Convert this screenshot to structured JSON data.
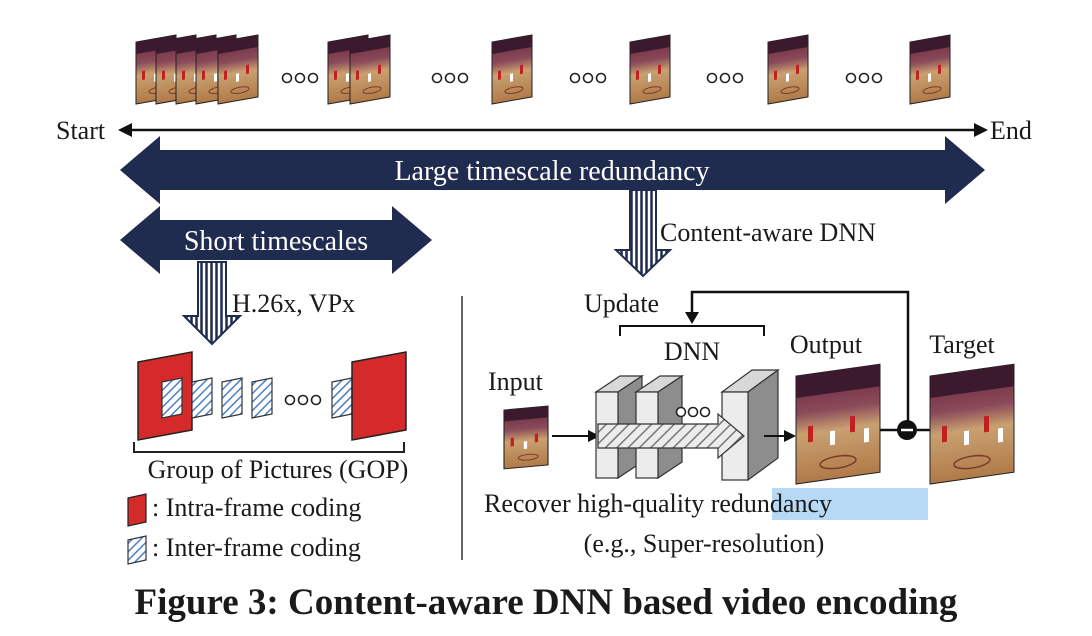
{
  "figure": {
    "caption": "Figure 3: Content-aware DNN based video encoding",
    "timeline": {
      "start_label": "Start",
      "end_label": "End"
    },
    "large_timescale_label": "Large timescale redundancy",
    "short_timescale_label": "Short timescales",
    "codec_label": "H.26x, VPx",
    "content_aware_label": "Content-aware DNN",
    "gop": {
      "title": "Group of Pictures (GOP)",
      "legend_intra": ": Intra-frame coding",
      "legend_inter": ": Inter-frame coding"
    },
    "dnn": {
      "update_label": "Update",
      "dnn_label": "DNN",
      "input_label": "Input",
      "output_label": "Output",
      "target_label": "Target",
      "recover_prefix": "Recover high-quality ",
      "recover_highlight": "redundancy",
      "example_label": "(e.g., Super-resolution)"
    },
    "colors": {
      "arrow_navy": "#1f2b4f",
      "intra_red": "#d42a2a",
      "inter_blue": "#4a7fc0",
      "highlight": "#b8d9f5"
    }
  }
}
